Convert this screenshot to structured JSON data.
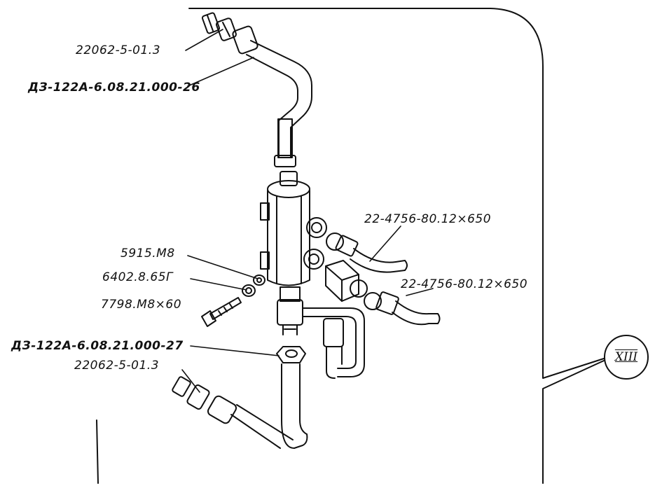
{
  "labels": {
    "top_nut": "22062-5-01.3",
    "top_pipe": "ДЗ-122А-6.08.21.000-26",
    "hose_upper": "22-4756-80.12×650",
    "washer_a": "5915.М8",
    "washer_b": "6402.8.65Г",
    "bolt": "7798.М8×60",
    "hose_lower": "22-4756-80.12×650",
    "bottom_pipe": "ДЗ-122А-6.08.21.000-27",
    "bottom_nut": "22062-5-01.3"
  },
  "view_badge": "XIII",
  "colors": {
    "ink": "#111111",
    "paper": "#ffffff"
  }
}
